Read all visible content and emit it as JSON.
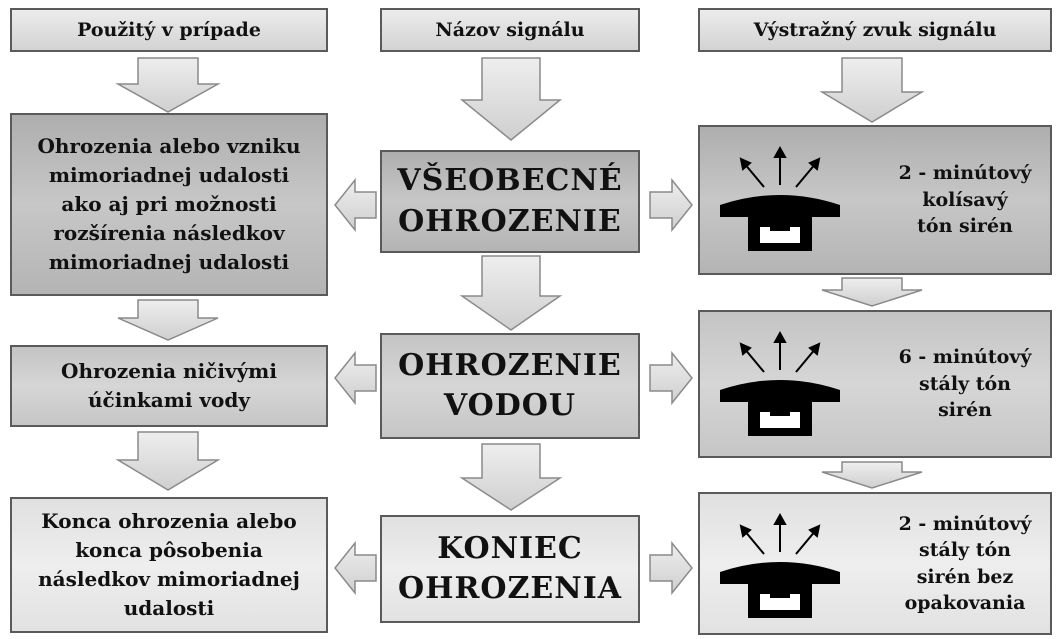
{
  "headers": {
    "col1": "Použitý v prípade",
    "col2": "Názov signálu",
    "col3": "Výstražný zvuk  signálu"
  },
  "rows": [
    {
      "use_lines": [
        "Ohrozenia alebo vzniku",
        "mimoriadnej udalosti",
        "ako aj pri možnosti",
        "rozšírenia následkov",
        "mimoriadnej udalosti"
      ],
      "signal_lines": [
        "VŠEOBECNÉ",
        "OHROZENIE"
      ],
      "sound_lines": [
        "2 - minútový",
        "kolísavý",
        "tón sirén"
      ]
    },
    {
      "use_lines": [
        "Ohrozenia ničivými",
        "účinkami  vody"
      ],
      "signal_lines": [
        "OHROZENIE",
        "VODOU"
      ],
      "sound_lines": [
        "6 - minútový",
        "stály tón",
        "sirén"
      ]
    },
    {
      "use_lines": [
        "Konca ohrozenia alebo",
        "konca pôsobenia",
        "následkov mimoriadnej",
        "udalosti"
      ],
      "signal_lines": [
        "KONIEC",
        "OHROZENIA"
      ],
      "sound_lines": [
        "2 - minútový",
        "stály tón",
        "sirén  bez",
        "opakovania"
      ]
    }
  ],
  "colors": {
    "siren": "#000000",
    "arrow_fill": "#dcdcdc",
    "arrow_stroke": "#8a8a8a",
    "border": "#5a5a5a"
  },
  "icons": {
    "siren": "siren-icon",
    "sound_waves": "sound-wave-arrows-icon",
    "flow_arrow": "block-arrow-icon"
  }
}
